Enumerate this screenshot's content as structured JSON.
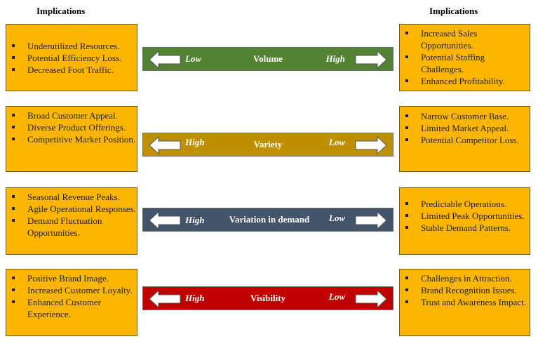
{
  "headings": {
    "left": "Implications",
    "right": "Implications"
  },
  "colors": {
    "box_fill": "#fdb600",
    "volume_bar": "#548235",
    "variety_bar": "#bf9000",
    "variation_bar": "#44546a",
    "visibility_bar": "#c00000"
  },
  "rows": [
    {
      "dimension": "Volume",
      "left_end": "Low",
      "right_end": "High",
      "left_box": [
        "Underutilized Resources.",
        "Potential Efficiency Loss.",
        "Decreased Foot Traffic."
      ],
      "right_box": [
        "Increased Sales Opportunities.",
        "Potential Staffing Challenges.",
        "Enhanced Profitability."
      ]
    },
    {
      "dimension": "Variety",
      "left_end": "High",
      "right_end": "Low",
      "left_box": [
        "Broad Customer Appeal.",
        "Diverse Product Offerings.",
        "Competitive Market Position."
      ],
      "right_box": [
        "Narrow Customer Base.",
        "Limited Market Appeal.",
        "Potential Competitor Loss."
      ]
    },
    {
      "dimension": "Variation in demand",
      "left_end": "High",
      "right_end": "Low",
      "left_box": [
        "Seasonal Revenue Peaks.",
        "Agile Operational Responses.",
        "Demand Fluctuation Opportunities."
      ],
      "right_box": [
        "Predictable Operations.",
        "Limited Peak Opportunities.",
        "Stable Demand Patterns."
      ]
    },
    {
      "dimension": "Visibility",
      "left_end": "High",
      "right_end": "Low",
      "left_box": [
        "Positive Brand Image.",
        "Increased Customer Loyalty.",
        "Enhanced Customer Experience."
      ],
      "right_box": [
        "Challenges in Attraction.",
        "Brand Recognition Issues.",
        "Trust and Awareness Impact."
      ]
    }
  ]
}
